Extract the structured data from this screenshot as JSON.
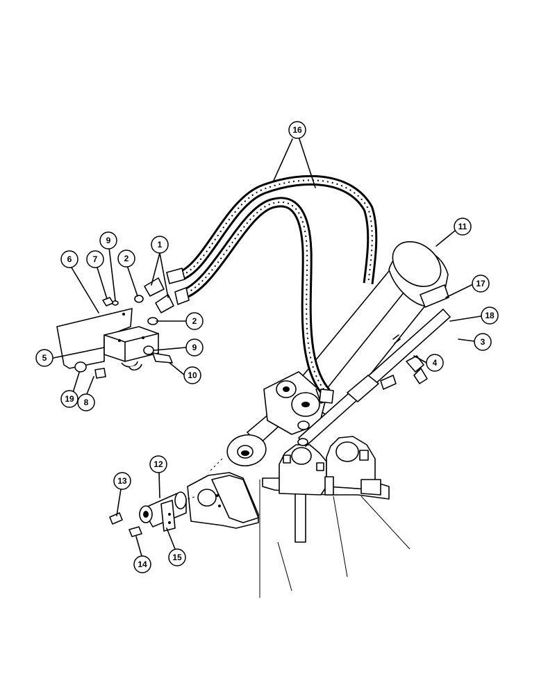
{
  "callouts": [
    "1",
    "2",
    "2",
    "3",
    "4",
    "5",
    "6",
    "7",
    "8",
    "9",
    "9",
    "10",
    "11",
    "12",
    "13",
    "14",
    "15",
    "16",
    "17",
    "18",
    "19"
  ]
}
